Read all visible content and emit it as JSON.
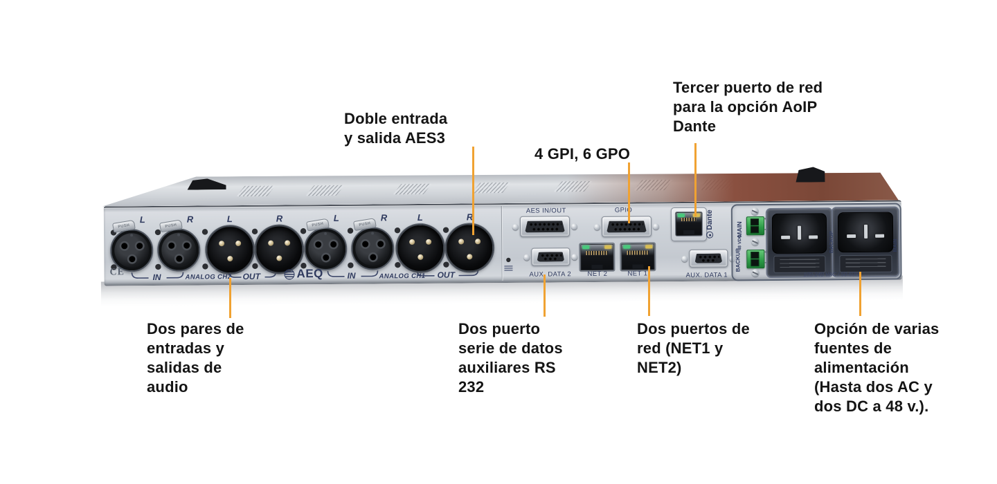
{
  "colors": {
    "leader_line": "#F0A232",
    "panel_text": "#2F3A5E",
    "annotation_text": "#141414"
  },
  "annotations": {
    "aes3": "Doble entrada\ny salida AES3",
    "gpio": "4 GPI, 6 GPO",
    "dante": "Tercer puerto de red\npara la opción AoIP\nDante",
    "audio_io": "Dos pares de\nentradas y\nsalidas de\naudio",
    "serial": "Dos puerto\nserie de datos\nauxiliares RS\n232",
    "network": "Dos puertos de\nred (NET1 y\nNET2)",
    "power": "Opción de varias\nfuentes de\nalimentación\n(Hasta dos AC y\ndos DC a 48 v.)."
  },
  "panel": {
    "brand": "AEQ",
    "ce_mark": "CE",
    "push_label": "PUSH",
    "xlr_labels": [
      "L",
      "R",
      "L",
      "R",
      "L",
      "R",
      "L",
      "R"
    ],
    "group_labels": {
      "in": "IN",
      "out": "OUT",
      "ch2": "ANALOG CH2",
      "ch1": "ANALOG CH1"
    },
    "connectors": {
      "aes": "AES IN/OUT",
      "gpio": "GPIO",
      "aux2": "AUX. DATA 2",
      "net2": "NET 2",
      "net1": "NET 1",
      "aux1": "AUX. DATA 1",
      "dante": "Dante"
    },
    "power": {
      "main": "MAIN",
      "backup": "BACKUP",
      "dc": "48 VDC",
      "plus": "+",
      "minus": "-",
      "rating": "100-240 VAC / 50-60Hz"
    }
  }
}
